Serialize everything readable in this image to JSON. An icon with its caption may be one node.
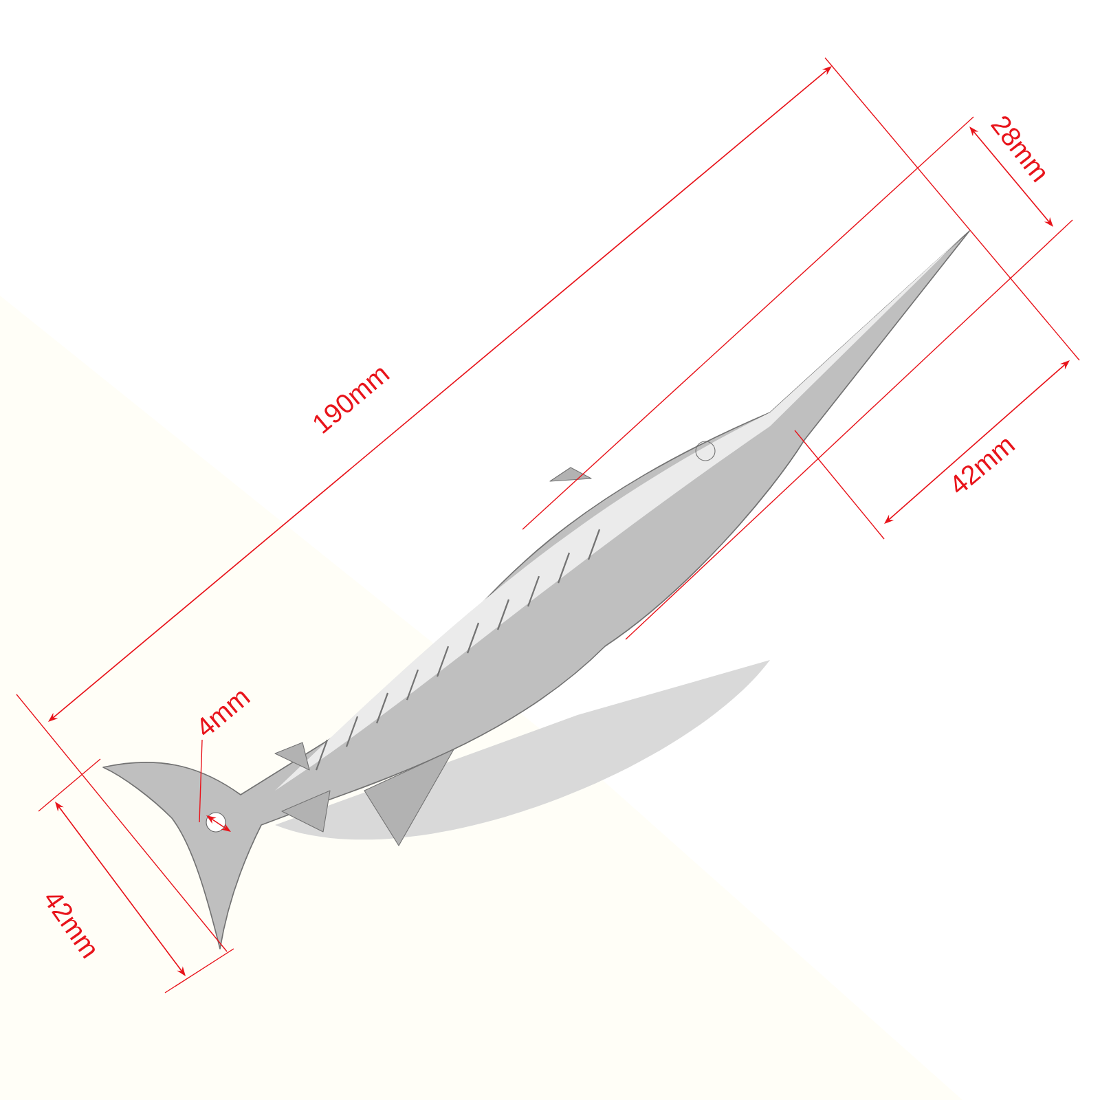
{
  "diagram": {
    "labels": [
      "190mm",
      "28mm",
      "42mm",
      "4mm",
      "42mm"
    ]
  }
}
